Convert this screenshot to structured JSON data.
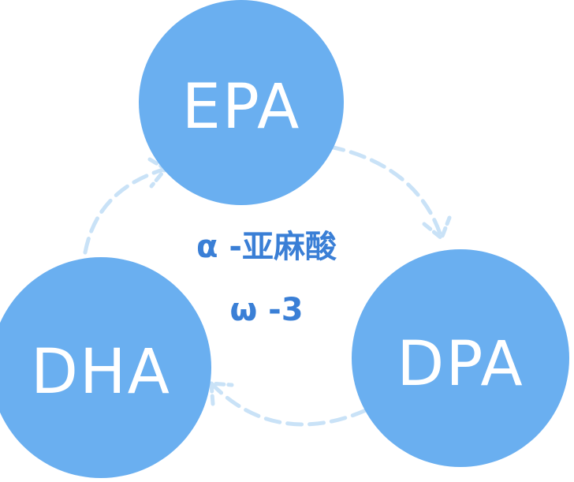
{
  "nodes": {
    "epa": {
      "label": "EPA"
    },
    "dpa": {
      "label": "DPA"
    },
    "dha": {
      "label": "DHA"
    }
  },
  "center": {
    "line1": "α -亚麻酸",
    "line2": "ω -3"
  },
  "colors": {
    "circle": "#6aaff0",
    "arrow": "#c9e2f7",
    "center_text": "#3a7fd6"
  }
}
